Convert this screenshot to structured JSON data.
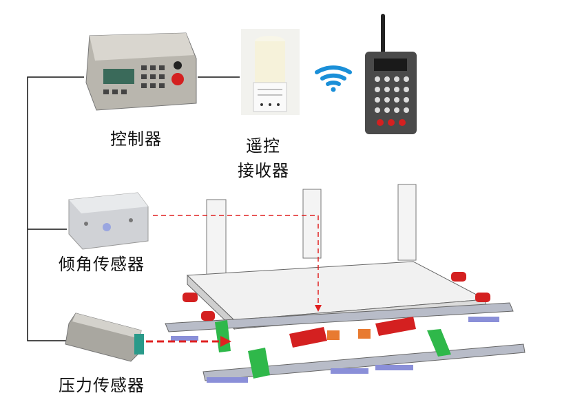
{
  "labels": {
    "controller": "控制器",
    "receiver_line1": "遥控",
    "receiver_line2": "接收器",
    "tilt_sensor": "倾角传感器",
    "pressure_sensor": "压力传感器"
  },
  "colors": {
    "wiring": "#111111",
    "signal_arrow": "#e02020",
    "wifi": "#1a8fd8",
    "cylinder": "#d42020",
    "bracket": "#2fb84a",
    "pad": "#8a8fd8"
  },
  "icons": [
    "controller-box",
    "remote-receiver",
    "wifi-icon",
    "remote-control",
    "tilt-sensor",
    "pressure-sensor",
    "lifting-platform"
  ]
}
